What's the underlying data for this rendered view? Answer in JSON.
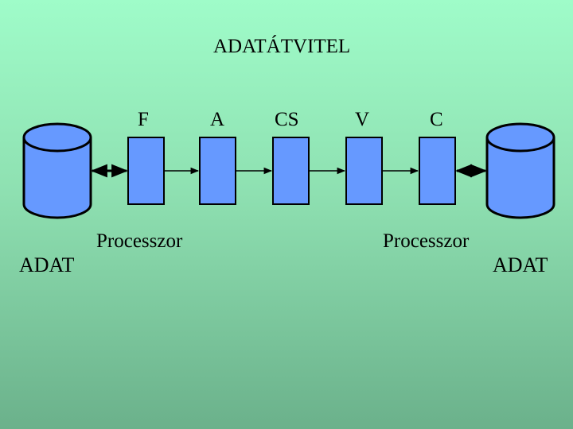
{
  "title": "ADATÁTVITEL",
  "columns": [
    "F",
    "A",
    "CS",
    "V",
    "C"
  ],
  "processor_left": "Processzor",
  "processor_right": "Processzor",
  "data_left": "ADAT",
  "data_right": "ADAT",
  "colors": {
    "box_fill": "#6699ff",
    "outline": "#000000",
    "background_top": "#9ffcc9",
    "background_bottom": "#6bb18b"
  }
}
